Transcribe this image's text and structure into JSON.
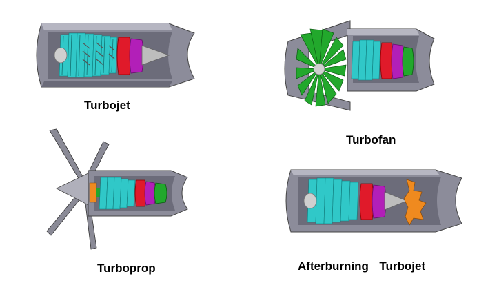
{
  "diagram": {
    "engines": [
      {
        "id": "turbojet",
        "label": "Turbojet"
      },
      {
        "id": "turbofan",
        "label": "Turbofan"
      },
      {
        "id": "turboprop",
        "label": "Turboprop"
      },
      {
        "id": "afterburning-turbojet",
        "label": "Afterburning  Turbojet"
      }
    ]
  },
  "colors": {
    "casing": "#8a8a99",
    "casing_light": "#b9b9c6",
    "casing_dark": "#4f4f5e",
    "compressor": "#2ec6c6",
    "turbine_blades": "#5a5a5a",
    "combustor": "#e01a2a",
    "turbine_ring": "#b21fb8",
    "fan": "#22a82c",
    "afterburner": "#ef8a1f",
    "spinner": "#c8c8c8"
  }
}
